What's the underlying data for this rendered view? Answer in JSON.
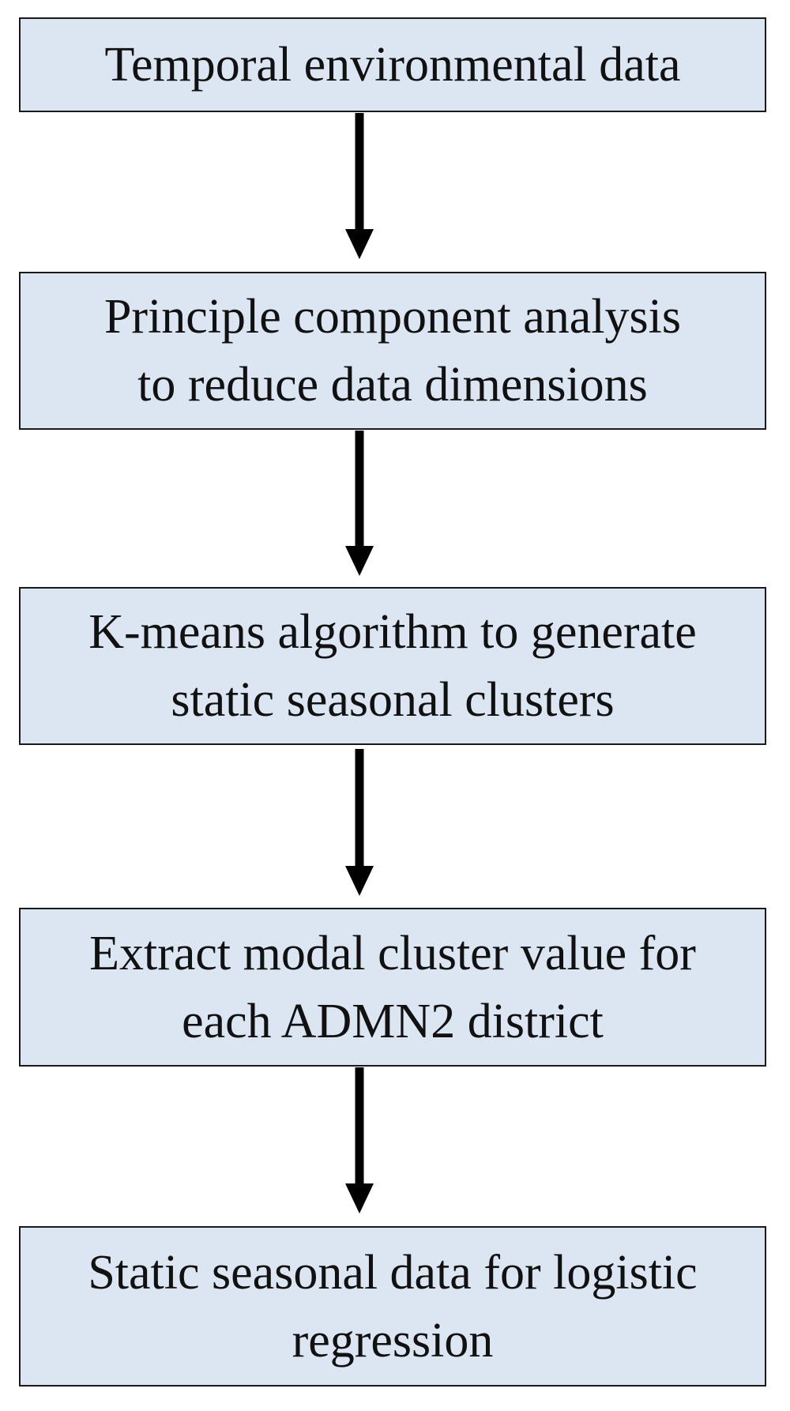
{
  "flowchart": {
    "steps": [
      {
        "lines": [
          "Temporal environmental data"
        ]
      },
      {
        "lines": [
          "Principle component analysis",
          "to reduce data dimensions"
        ]
      },
      {
        "lines": [
          "K-means algorithm to generate",
          "static seasonal clusters"
        ]
      },
      {
        "lines": [
          "Extract modal cluster value for",
          "each ADMN2 district"
        ]
      },
      {
        "lines": [
          "Static seasonal data for logistic",
          "regression"
        ]
      }
    ],
    "colors": {
      "box_fill": "#dce6f2",
      "box_border": "#1a1a1a",
      "arrow": "#000000",
      "text": "#111111"
    }
  }
}
